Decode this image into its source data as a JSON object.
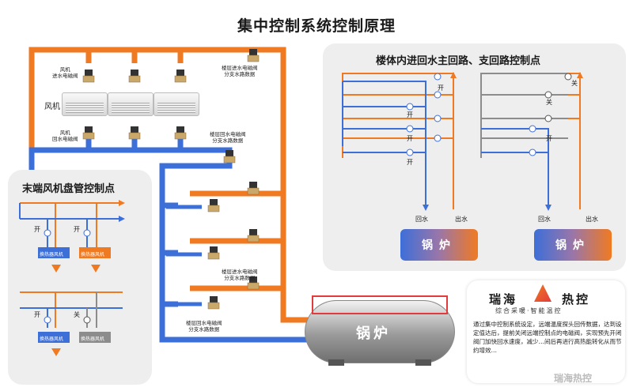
{
  "title": "集中控制系统控制原理",
  "fan": {
    "inlet_valve_label": "风机\n进水电磁阀",
    "fan_label": "风机",
    "return_valve_label": "风机\n回水电磁阀"
  },
  "floor_labels": {
    "inlet_branch": "楼层进水电磁阀\n分支水路数据",
    "return_branch": "楼层回水电磁阀\n分支水路数据",
    "inlet_branch_2": "楼层进水电磁阀\n分支水路数据",
    "return_branch_2": "楼层回水电磁阀\n分支水路数据"
  },
  "right_panel": {
    "title": "楼体内进回水主回路、支回路控制点",
    "open": "开",
    "close": "关",
    "return_water": "回水",
    "outlet_water": "出水",
    "boiler": "锅炉"
  },
  "left_panel": {
    "title": "末端风机盘管控制点",
    "open": "开",
    "close": "关",
    "fan_coil": "换热器风机"
  },
  "main_boiler": "锅炉",
  "brand": {
    "name_left": "瑞海",
    "name_right": "热控",
    "slogan": "综合采暖·智能温控",
    "description": "通过集中控制系统设定，远端温度探头回传数据，达到设定值达后，提前关闭远端控制点的电磁阀，实现预先开闭阀门加快回水速度，减少…间后再进行高热能转化从而节约增效…",
    "watermark": "瑞海热控"
  },
  "colors": {
    "orange": "#f07a22",
    "blue": "#3d6fd8",
    "gray": "#8c8c8c"
  }
}
